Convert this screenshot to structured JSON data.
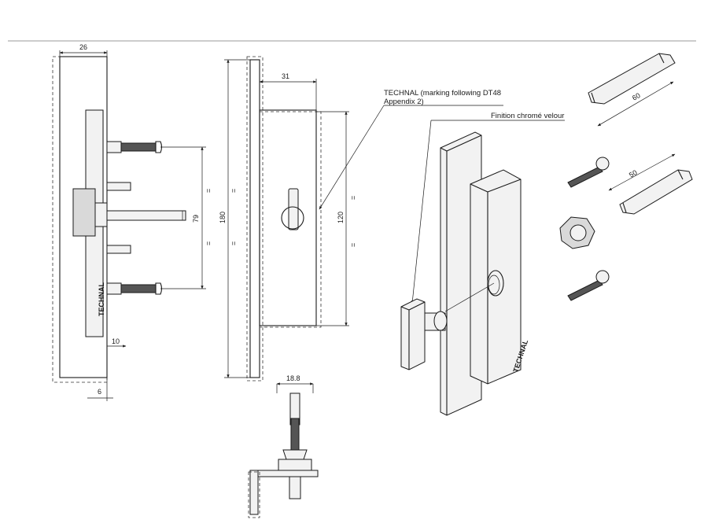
{
  "dimensions": {
    "width_26": "26",
    "offset_10": "10",
    "offset_6": "6",
    "height_180": "180",
    "pitch_79": "79",
    "depth_31": "31",
    "plate_120": "120",
    "spindle_18_8": "18.8",
    "spindle_60": "60",
    "spindle_50": "50",
    "equal_sign": "="
  },
  "annotations": {
    "technal_note_line1": "TECHNAL (marking following DT48",
    "technal_note_line2": "Appendix 2)",
    "finish_note": "Finition chromé velour"
  },
  "branding": {
    "plate_mark": "TECHNAL"
  }
}
